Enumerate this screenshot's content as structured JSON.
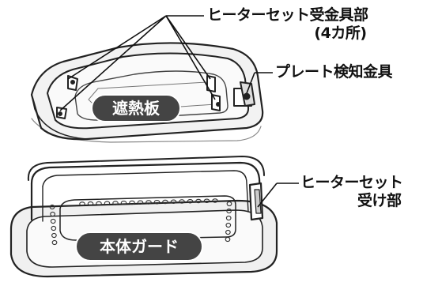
{
  "diagram": {
    "labels": {
      "heater_set_receiver": {
        "line1": "ヒーターセット受金具部",
        "line2": "(4カ所)"
      },
      "plate_sensor": "プレート検知金具",
      "heat_shield": "遮熱板",
      "heater_set_holder": {
        "line1": "ヒーターセット",
        "line2": "受け部"
      },
      "body_guard": "本体ガード"
    }
  }
}
